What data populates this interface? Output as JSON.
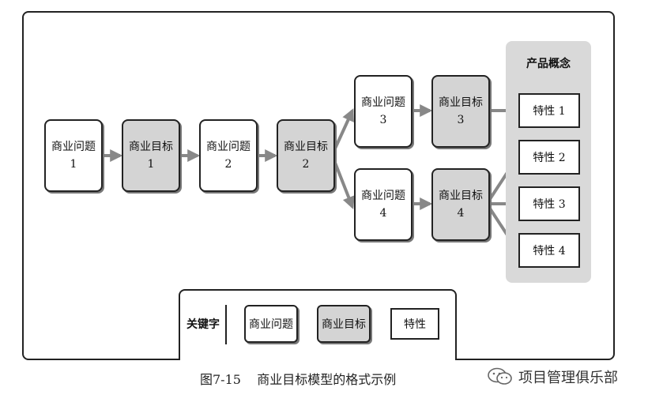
{
  "diagram": {
    "nodes": [
      {
        "id": "p1",
        "kind": "problem",
        "line1": "商业问题",
        "line2": "1"
      },
      {
        "id": "g1",
        "kind": "goal",
        "line1": "商业目标",
        "line2": "1"
      },
      {
        "id": "p2",
        "kind": "problem",
        "line1": "商业问题",
        "line2": "2"
      },
      {
        "id": "g2",
        "kind": "goal",
        "line1": "商业目标",
        "line2": "2"
      },
      {
        "id": "p3",
        "kind": "problem",
        "line1": "商业问题",
        "line2": "3"
      },
      {
        "id": "g3",
        "kind": "goal",
        "line1": "商业目标",
        "line2": "3"
      },
      {
        "id": "p4",
        "kind": "problem",
        "line1": "商业问题",
        "line2": "4"
      },
      {
        "id": "g4",
        "kind": "goal",
        "line1": "商业目标",
        "line2": "4"
      }
    ],
    "concept": {
      "title": "产品概念",
      "features": [
        "特性 1",
        "特性 2",
        "特性 3",
        "特性 4"
      ]
    },
    "legend": {
      "label": "关键字",
      "problem": "商业问题",
      "goal": "商业目标",
      "feature": "特性"
    },
    "caption": "图7-15    商业目标模型的格式示例",
    "watermark": "项目管理俱乐部",
    "colors": {
      "goal_fill": "#d4d4d4",
      "panel_fill": "#d9d9d9",
      "arrow": "#888888"
    }
  }
}
